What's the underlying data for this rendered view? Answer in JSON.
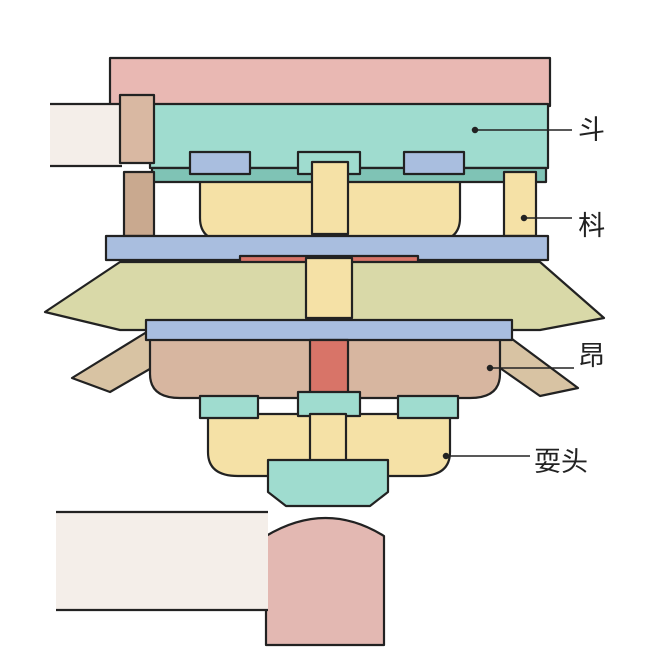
{
  "labels": [
    {
      "text": "斗"
    },
    {
      "text": "枓"
    },
    {
      "text": "昂"
    },
    {
      "text": "耍头"
    }
  ],
  "colors": {
    "dou_block": "#9fdccf",
    "bracket_arm": "#f5e1a6",
    "ang_arm": "#d9d9a8",
    "small_block": "#a9bedf",
    "beam_top": "#e9b8b3",
    "column": "#e3b8b2",
    "rafter_end": "#f4eee9",
    "red_accent": "#d87468",
    "ink": "#222222"
  }
}
